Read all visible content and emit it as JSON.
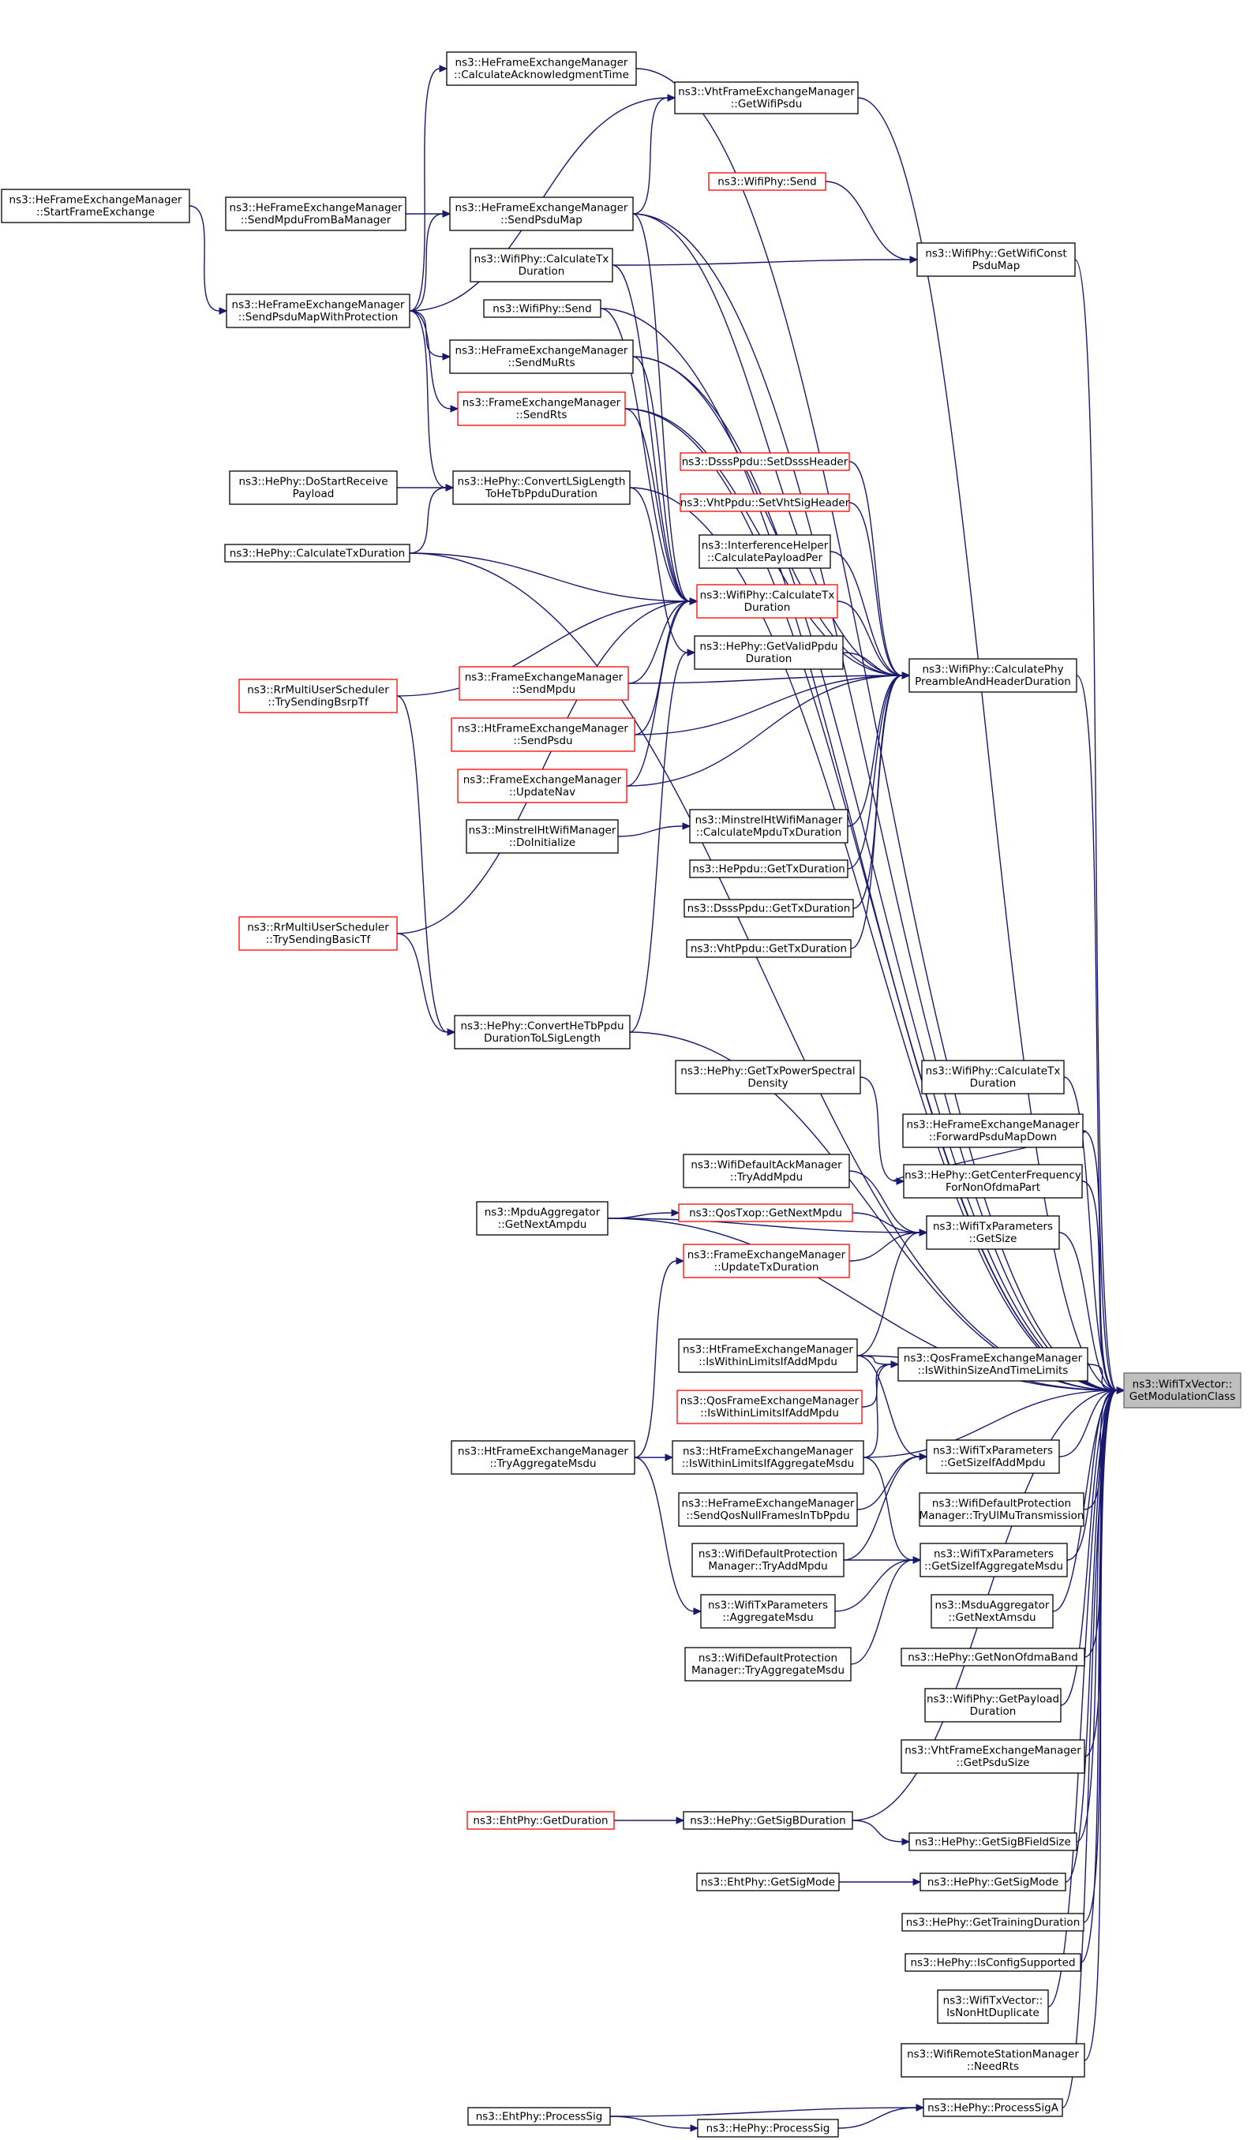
{
  "root": "n_root",
  "nodes": [
    {
      "id": "n_root",
      "lines": [
        "ns3::WifiTxVector::",
        "GetModulationClass"
      ],
      "border": "root"
    },
    {
      "id": "n_calcAck",
      "lines": [
        "ns3::HeFrameExchangeManager",
        "::CalculateAcknowledgmentTime"
      ],
      "border": "black"
    },
    {
      "id": "n_vhtGetWifiPsdu",
      "lines": [
        "ns3::VhtFrameExchangeManager",
        "::GetWifiPsdu"
      ],
      "border": "black"
    },
    {
      "id": "n_startFrame",
      "lines": [
        "ns3::HeFrameExchangeManager",
        "::StartFrameExchange"
      ],
      "border": "black"
    },
    {
      "id": "n_sendMpduBa",
      "lines": [
        "ns3::HeFrameExchangeManager",
        "::SendMpduFromBaManager"
      ],
      "border": "black"
    },
    {
      "id": "n_sendPsduMap",
      "lines": [
        "ns3::HeFrameExchangeManager",
        "::SendPsduMap"
      ],
      "border": "black"
    },
    {
      "id": "n_wifiPhySendR",
      "lines": [
        "ns3::WifiPhy::Send"
      ],
      "border": "red"
    },
    {
      "id": "n_getWifiConst",
      "lines": [
        "ns3::WifiPhy::GetWifiConst",
        "PsduMap"
      ],
      "border": "black"
    },
    {
      "id": "n_calcTx1",
      "lines": [
        "ns3::WifiPhy::CalculateTx",
        "Duration"
      ],
      "border": "black"
    },
    {
      "id": "n_sendPsduMapProt",
      "lines": [
        "ns3::HeFrameExchangeManager",
        "::SendPsduMapWithProtection"
      ],
      "border": "black"
    },
    {
      "id": "n_wifiPhySendB",
      "lines": [
        "ns3::WifiPhy::Send"
      ],
      "border": "black"
    },
    {
      "id": "n_sendMuRts",
      "lines": [
        "ns3::HeFrameExchangeManager",
        "::SendMuRts"
      ],
      "border": "black"
    },
    {
      "id": "n_sendRts",
      "lines": [
        "ns3::FrameExchangeManager",
        "::SendRts"
      ],
      "border": "red"
    },
    {
      "id": "n_dsssSet",
      "lines": [
        "ns3::DsssPpdu::SetDsssHeader"
      ],
      "border": "red"
    },
    {
      "id": "n_doStartRx",
      "lines": [
        "ns3::HePhy::DoStartReceive",
        "Payload"
      ],
      "border": "black"
    },
    {
      "id": "n_convLSig",
      "lines": [
        "ns3::HePhy::ConvertLSigLength",
        "ToHeTbPpduDuration"
      ],
      "border": "black"
    },
    {
      "id": "n_vhtSet",
      "lines": [
        "ns3::VhtPpdu::SetVhtSigHeader"
      ],
      "border": "red"
    },
    {
      "id": "n_heCalcTx",
      "lines": [
        "ns3::HePhy::CalculateTxDuration"
      ],
      "border": "black"
    },
    {
      "id": "n_interf",
      "lines": [
        "ns3::InterferenceHelper",
        "::CalculatePayloadPer"
      ],
      "border": "black"
    },
    {
      "id": "n_calcTxR",
      "lines": [
        "ns3::WifiPhy::CalculateTx",
        "Duration"
      ],
      "border": "red"
    },
    {
      "id": "n_getValid",
      "lines": [
        "ns3::HePhy::GetValidPpdu",
        "Duration"
      ],
      "border": "black"
    },
    {
      "id": "n_calcPhyPre",
      "lines": [
        "ns3::WifiPhy::CalculatePhy",
        "PreambleAndHeaderDuration"
      ],
      "border": "black"
    },
    {
      "id": "n_rrBsrp",
      "lines": [
        "ns3::RrMultiUserScheduler",
        "::TrySendingBsrpTf"
      ],
      "border": "red"
    },
    {
      "id": "n_sendMpdu",
      "lines": [
        "ns3::FrameExchangeManager",
        "::SendMpdu"
      ],
      "border": "red"
    },
    {
      "id": "n_htSendPsdu",
      "lines": [
        "ns3::HtFrameExchangeManager",
        "::SendPsdu"
      ],
      "border": "red"
    },
    {
      "id": "n_updateNav",
      "lines": [
        "ns3::FrameExchangeManager",
        "::UpdateNav"
      ],
      "border": "red"
    },
    {
      "id": "n_minstrelInit",
      "lines": [
        "ns3::MinstrelHtWifiManager",
        "::DoInitialize"
      ],
      "border": "black"
    },
    {
      "id": "n_minstrelCalc",
      "lines": [
        "ns3::MinstrelHtWifiManager",
        "::CalculateMpduTxDuration"
      ],
      "border": "black"
    },
    {
      "id": "n_hePpduTx",
      "lines": [
        "ns3::HePpdu::GetTxDuration"
      ],
      "border": "black"
    },
    {
      "id": "n_dsssPpduTx",
      "lines": [
        "ns3::DsssPpdu::GetTxDuration"
      ],
      "border": "black"
    },
    {
      "id": "n_vhtPpduTx",
      "lines": [
        "ns3::VhtPpdu::GetTxDuration"
      ],
      "border": "black"
    },
    {
      "id": "n_rrBasic",
      "lines": [
        "ns3::RrMultiUserScheduler",
        "::TrySendingBasicTf"
      ],
      "border": "red"
    },
    {
      "id": "n_convHeTb",
      "lines": [
        "ns3::HePhy::ConvertHeTbPpdu",
        "DurationToLSigLength"
      ],
      "border": "black"
    },
    {
      "id": "n_getTxPsd",
      "lines": [
        "ns3::HePhy::GetTxPowerSpectral",
        "Density"
      ],
      "border": "black"
    },
    {
      "id": "n_calcTx2",
      "lines": [
        "ns3::WifiPhy::CalculateTx",
        "Duration"
      ],
      "border": "black"
    },
    {
      "id": "n_fwdPsdu",
      "lines": [
        "ns3::HeFrameExchangeManager",
        "::ForwardPsduMapDown"
      ],
      "border": "black"
    },
    {
      "id": "n_wdAckAdd",
      "lines": [
        "ns3::WifiDefaultAckManager",
        "::TryAddMpdu"
      ],
      "border": "black"
    },
    {
      "id": "n_getCenter",
      "lines": [
        "ns3::HePhy::GetCenterFrequency",
        "ForNonOfdmaPart"
      ],
      "border": "black"
    },
    {
      "id": "n_mpduGetNext",
      "lines": [
        "ns3::MpduAggregator",
        "::GetNextAmpdu"
      ],
      "border": "black"
    },
    {
      "id": "n_qosGetNext",
      "lines": [
        "ns3::QosTxop::GetNextMpdu"
      ],
      "border": "red"
    },
    {
      "id": "n_txParamsSize",
      "lines": [
        "ns3::WifiTxParameters",
        "::GetSize"
      ],
      "border": "black"
    },
    {
      "id": "n_updTxDur",
      "lines": [
        "ns3::FrameExchangeManager",
        "::UpdateTxDuration"
      ],
      "border": "red"
    },
    {
      "id": "n_htWithinMpdu",
      "lines": [
        "ns3::HtFrameExchangeManager",
        "::IsWithinLimitsIfAddMpdu"
      ],
      "border": "black"
    },
    {
      "id": "n_qosWithinSize",
      "lines": [
        "ns3::QosFrameExchangeManager",
        "::IsWithinSizeAndTimeLimits"
      ],
      "border": "black"
    },
    {
      "id": "n_qosWithinAdd",
      "lines": [
        "ns3::QosFrameExchangeManager",
        "::IsWithinLimitsIfAddMpdu"
      ],
      "border": "red"
    },
    {
      "id": "n_htTryAgg",
      "lines": [
        "ns3::HtFrameExchangeManager",
        "::TryAggregateMsdu"
      ],
      "border": "black"
    },
    {
      "id": "n_htWithinMsdu",
      "lines": [
        "ns3::HtFrameExchangeManager",
        "::IsWithinLimitsIfAggregateMsdu"
      ],
      "border": "black"
    },
    {
      "id": "n_txSizeAddMpdu",
      "lines": [
        "ns3::WifiTxParameters",
        "::GetSizeIfAddMpdu"
      ],
      "border": "black"
    },
    {
      "id": "n_heSendQosNull",
      "lines": [
        "ns3::HeFrameExchangeManager",
        "::SendQosNullFramesInTbPpdu"
      ],
      "border": "black"
    },
    {
      "id": "n_wdProtUl",
      "lines": [
        "ns3::WifiDefaultProtection",
        "Manager::TryUlMuTransmission"
      ],
      "border": "black"
    },
    {
      "id": "n_wdProtAdd",
      "lines": [
        "ns3::WifiDefaultProtection",
        "Manager::TryAddMpdu"
      ],
      "border": "black"
    },
    {
      "id": "n_txSizeAggMsdu",
      "lines": [
        "ns3::WifiTxParameters",
        "::GetSizeIfAggregateMsdu"
      ],
      "border": "black"
    },
    {
      "id": "n_txAggMsdu",
      "lines": [
        "ns3::WifiTxParameters",
        "::AggregateMsdu"
      ],
      "border": "black"
    },
    {
      "id": "n_msduGetNext",
      "lines": [
        "ns3::MsduAggregator",
        "::GetNextAmsdu"
      ],
      "border": "black"
    },
    {
      "id": "n_wdProtAgg",
      "lines": [
        "ns3::WifiDefaultProtection",
        "Manager::TryAggregateMsdu"
      ],
      "border": "black"
    },
    {
      "id": "n_getNonOfdma",
      "lines": [
        "ns3::HePhy::GetNonOfdmaBand"
      ],
      "border": "black"
    },
    {
      "id": "n_getPayload",
      "lines": [
        "ns3::WifiPhy::GetPayload",
        "Duration"
      ],
      "border": "black"
    },
    {
      "id": "n_vhtGetPsduSize",
      "lines": [
        "ns3::VhtFrameExchangeManager",
        "::GetPsduSize"
      ],
      "border": "black"
    },
    {
      "id": "n_ehtGetDur",
      "lines": [
        "ns3::EhtPhy::GetDuration"
      ],
      "border": "red"
    },
    {
      "id": "n_getSigBDur",
      "lines": [
        "ns3::HePhy::GetSigBDuration"
      ],
      "border": "black"
    },
    {
      "id": "n_getSigBField",
      "lines": [
        "ns3::HePhy::GetSigBFieldSize"
      ],
      "border": "black"
    },
    {
      "id": "n_ehtGetSigMode",
      "lines": [
        "ns3::EhtPhy::GetSigMode"
      ],
      "border": "black"
    },
    {
      "id": "n_heGetSigMode",
      "lines": [
        "ns3::HePhy::GetSigMode"
      ],
      "border": "black"
    },
    {
      "id": "n_getTraining",
      "lines": [
        "ns3::HePhy::GetTrainingDuration"
      ],
      "border": "black"
    },
    {
      "id": "n_isConfig",
      "lines": [
        "ns3::HePhy::IsConfigSupported"
      ],
      "border": "black"
    },
    {
      "id": "n_isNonHt",
      "lines": [
        "ns3::WifiTxVector::",
        "IsNonHtDuplicate"
      ],
      "border": "black"
    },
    {
      "id": "n_needRts",
      "lines": [
        "ns3::WifiRemoteStationManager",
        "::NeedRts"
      ],
      "border": "black"
    },
    {
      "id": "n_ehtProcSig",
      "lines": [
        "ns3::EhtPhy::ProcessSig"
      ],
      "border": "black"
    },
    {
      "id": "n_heProcSigA",
      "lines": [
        "ns3::HePhy::ProcessSigA"
      ],
      "border": "black"
    },
    {
      "id": "n_heProcSig",
      "lines": [
        "ns3::HePhy::ProcessSig"
      ],
      "border": "black"
    }
  ],
  "edges": [
    [
      "n_calcAck",
      "n_root"
    ],
    [
      "n_vhtGetWifiPsdu",
      "n_root"
    ],
    [
      "n_sendPsduMap",
      "n_root"
    ],
    [
      "n_getWifiConst",
      "n_root"
    ],
    [
      "n_wifiPhySendB",
      "n_root"
    ],
    [
      "n_sendMuRts",
      "n_root"
    ],
    [
      "n_sendRts",
      "n_root"
    ],
    [
      "n_convLSig",
      "n_root"
    ],
    [
      "n_heCalcTx",
      "n_root"
    ],
    [
      "n_calcPhyPre",
      "n_root"
    ],
    [
      "n_convHeTb",
      "n_root"
    ],
    [
      "n_calcTx2",
      "n_root"
    ],
    [
      "n_fwdPsdu",
      "n_root"
    ],
    [
      "n_getCenter",
      "n_root"
    ],
    [
      "n_txParamsSize",
      "n_root"
    ],
    [
      "n_mpduGetNext",
      "n_root"
    ],
    [
      "n_htWithinMpdu",
      "n_root"
    ],
    [
      "n_qosWithinSize",
      "n_root"
    ],
    [
      "n_htWithinMsdu",
      "n_root"
    ],
    [
      "n_txSizeAddMpdu",
      "n_root"
    ],
    [
      "n_wdProtUl",
      "n_root"
    ],
    [
      "n_txSizeAggMsdu",
      "n_root"
    ],
    [
      "n_msduGetNext",
      "n_root"
    ],
    [
      "n_getNonOfdma",
      "n_root"
    ],
    [
      "n_getPayload",
      "n_root"
    ],
    [
      "n_vhtGetPsduSize",
      "n_root"
    ],
    [
      "n_getSigBDur",
      "n_root"
    ],
    [
      "n_getSigBField",
      "n_root"
    ],
    [
      "n_heGetSigMode",
      "n_root"
    ],
    [
      "n_getTraining",
      "n_root"
    ],
    [
      "n_isConfig",
      "n_root"
    ],
    [
      "n_isNonHt",
      "n_root"
    ],
    [
      "n_needRts",
      "n_root"
    ],
    [
      "n_heProcSigA",
      "n_root"
    ],
    [
      "n_sendPsduMapProt",
      "n_calcAck"
    ],
    [
      "n_sendPsduMap",
      "n_vhtGetWifiPsdu"
    ],
    [
      "n_sendPsduMapProt",
      "n_vhtGetWifiPsdu"
    ],
    [
      "n_startFrame",
      "n_sendPsduMapProt"
    ],
    [
      "n_sendMpduBa",
      "n_sendPsduMap"
    ],
    [
      "n_sendPsduMapProt",
      "n_sendPsduMap"
    ],
    [
      "n_wifiPhySendR",
      "n_getWifiConst"
    ],
    [
      "n_calcTx1",
      "n_getWifiConst"
    ],
    [
      "n_sendPsduMapProt",
      "n_sendMuRts"
    ],
    [
      "n_sendPsduMapProt",
      "n_sendRts"
    ],
    [
      "n_sendPsduMapProt",
      "n_convLSig"
    ],
    [
      "n_doStartRx",
      "n_convLSig"
    ],
    [
      "n_heCalcTx",
      "n_convLSig"
    ],
    [
      "n_sendPsduMap",
      "n_calcTxR"
    ],
    [
      "n_calcTx1",
      "n_calcTxR"
    ],
    [
      "n_wifiPhySendB",
      "n_calcTxR"
    ],
    [
      "n_sendMuRts",
      "n_calcTxR"
    ],
    [
      "n_sendRts",
      "n_calcTxR"
    ],
    [
      "n_heCalcTx",
      "n_calcTxR"
    ],
    [
      "n_rrBsrp",
      "n_calcTxR"
    ],
    [
      "n_rrBasic",
      "n_calcTxR"
    ],
    [
      "n_sendMpdu",
      "n_calcTxR"
    ],
    [
      "n_htSendPsdu",
      "n_calcTxR"
    ],
    [
      "n_updateNav",
      "n_calcTxR"
    ],
    [
      "n_sendPsduMap",
      "n_calcPhyPre"
    ],
    [
      "n_sendMuRts",
      "n_calcPhyPre"
    ],
    [
      "n_sendRts",
      "n_calcPhyPre"
    ],
    [
      "n_dsssSet",
      "n_calcPhyPre"
    ],
    [
      "n_vhtSet",
      "n_calcPhyPre"
    ],
    [
      "n_interf",
      "n_calcPhyPre"
    ],
    [
      "n_calcTxR",
      "n_calcPhyPre"
    ],
    [
      "n_getValid",
      "n_calcPhyPre"
    ],
    [
      "n_sendMpdu",
      "n_calcPhyPre"
    ],
    [
      "n_htSendPsdu",
      "n_calcPhyPre"
    ],
    [
      "n_updateNav",
      "n_calcPhyPre"
    ],
    [
      "n_minstrelCalc",
      "n_calcPhyPre"
    ],
    [
      "n_hePpduTx",
      "n_calcPhyPre"
    ],
    [
      "n_dsssPpduTx",
      "n_calcPhyPre"
    ],
    [
      "n_vhtPpduTx",
      "n_calcPhyPre"
    ],
    [
      "n_convLSig",
      "n_getValid"
    ],
    [
      "n_convHeTb",
      "n_getValid"
    ],
    [
      "n_minstrelInit",
      "n_minstrelCalc"
    ],
    [
      "n_rrBsrp",
      "n_convHeTb"
    ],
    [
      "n_rrBasic",
      "n_convHeTb"
    ],
    [
      "n_getTxPsd",
      "n_getCenter"
    ],
    [
      "n_fwdPsdu",
      "n_getCenter"
    ],
    [
      "n_wdAckAdd",
      "n_txParamsSize"
    ],
    [
      "n_mpduGetNext",
      "n_qosGetNext"
    ],
    [
      "n_qosGetNext",
      "n_txParamsSize"
    ],
    [
      "n_mpduGetNext",
      "n_txParamsSize"
    ],
    [
      "n_updTxDur",
      "n_txParamsSize"
    ],
    [
      "n_htWithinMpdu",
      "n_txParamsSize"
    ],
    [
      "n_htWithinMpdu",
      "n_qosWithinSize"
    ],
    [
      "n_htWithinMpdu",
      "n_txSizeAddMpdu"
    ],
    [
      "n_qosWithinAdd",
      "n_qosWithinSize"
    ],
    [
      "n_htTryAgg",
      "n_updTxDur"
    ],
    [
      "n_htTryAgg",
      "n_htWithinMsdu"
    ],
    [
      "n_htTryAgg",
      "n_txAggMsdu"
    ],
    [
      "n_htWithinMsdu",
      "n_qosWithinSize"
    ],
    [
      "n_htWithinMsdu",
      "n_txSizeAggMsdu"
    ],
    [
      "n_wdProtAdd",
      "n_txSizeAddMpdu"
    ],
    [
      "n_heSendQosNull",
      "n_txSizeAddMpdu"
    ],
    [
      "n_wdProtAdd",
      "n_txSizeAggMsdu"
    ],
    [
      "n_txAggMsdu",
      "n_txSizeAggMsdu"
    ],
    [
      "n_wdProtAgg",
      "n_txSizeAggMsdu"
    ],
    [
      "n_ehtGetDur",
      "n_getSigBDur"
    ],
    [
      "n_getSigBDur",
      "n_getSigBField"
    ],
    [
      "n_ehtGetSigMode",
      "n_heGetSigMode"
    ],
    [
      "n_ehtProcSig",
      "n_heProcSigA"
    ],
    [
      "n_ehtProcSig",
      "n_heProcSig"
    ],
    [
      "n_heProcSig",
      "n_heProcSigA"
    ]
  ]
}
